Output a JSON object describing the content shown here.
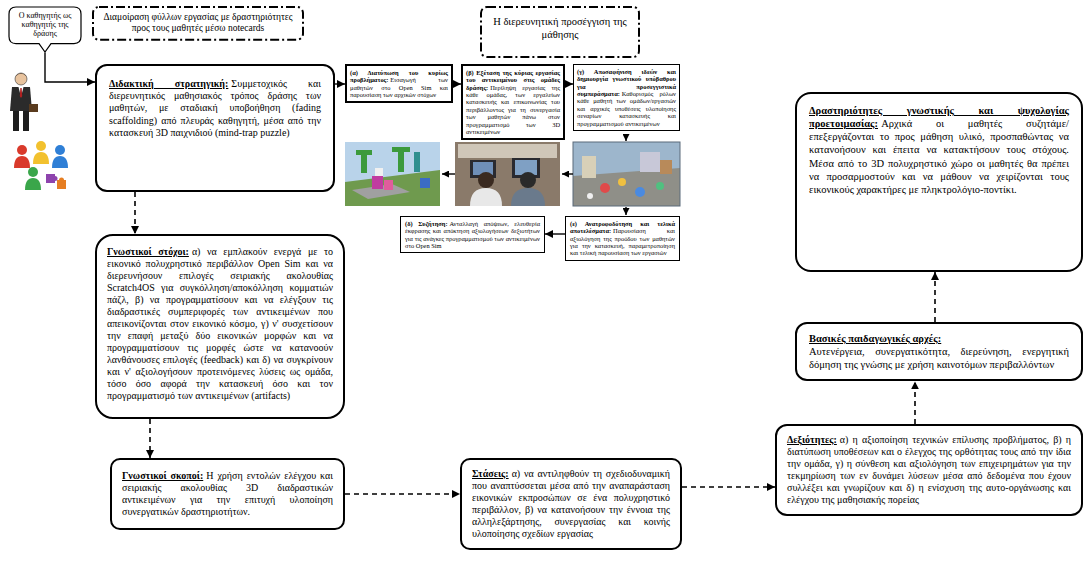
{
  "diagram": {
    "nodes": [
      {
        "text": [
          "Ο καθηγητής ως καθηγητής της δράσης"
        ]
      },
      {
        "text": [
          "Διαμοίραση φύλλων εργασίας με δραστηριότητες προς τους μαθητές μέσω notecards"
        ]
      },
      {
        "text": [
          "Η διερευνητική προσέγγιση της μάθησης"
        ]
      },
      {
        "text": [
          "Διδακτική στρατηγική:",
          "Συμμετοχικός και διερευνητικός μαθησιακός τρόπος δράσης των μαθητών, με σταδιακή υποβοήθηση (fading scaffolding) από πλευράς καθηγητή, μέσα από την κατασκευή 3D παιχνιδιού (mind-trap puzzle)"
        ]
      },
      {
        "text": [
          "(α) Διατύπωση του κυρίως προβλήματος:",
          "Εισαγωγή των μαθητών στο Open Sim και παρουσίαση των αρχικών στόχων"
        ]
      },
      {
        "text": [
          "(β) Εξέταση της κύριας εργασίας του αντικειμένου στις ομάδες δράσης:",
          "Περίληψη εργασίας της κάθε ομάδας, των εργαλείων κατασκευής και επικοινωνίας του περιβάλλοντος για τη συνεργασία των μαθητών πάνω στον προγραμματισμό των 3D αντικειμένων"
        ]
      },
      {
        "text": [
          "(γ) Αποσαφήνιση ιδεών και δημιουργία γνωστικού υπόβαθρου για προσεγγιστικά συμπεράσματα:",
          "Καθορισμός ρόλων κάθε μαθητή των ομάδων/εργασιών και αρχικές υποθέσεις υλοποίησης σεναρίων κατασκευής και προγραμματισμού αντικειμένων"
        ]
      },
      {
        "text": [
          "Δραστηριότητες γνωστικής και ψυχολογίας προετοιμασίας:",
          "Αρχικά οι μαθητές συζητάμε/επεξεργάζονται το προς μάθηση υλικό, προσπαθώντας να κατανοήσουν και έπειτα να κατακτήσουν τους στόχους. Μέσα από το 3D πολυχρηστικό χώρο οι μαθητές θα πρέπει να προσαρμοστούν και να μάθουν να χειρίζονται τους εικονικούς χαρακτήρες με πληκτρολόγιο-ποντίκι."
        ]
      },
      {
        "text": [
          "(δ) Συζήτηση:",
          "Ανταλλαγή απόψεων, ελευθερία έκφρασης και απόκτηση αξιολογήσεων δεξιοτήτων για τις ανάγκες προγραμματισμού των αντικειμένων στο Open Sim"
        ]
      },
      {
        "text": [
          "(ε) Ανατροφοδότηση και τελικά αποτελέσματα:",
          "Παρουσίαση και αξιολόγηση της προόδου των μαθητών για την κατασκευή, παραμετροποίηση και τελική παρουσίαση των εργασιών"
        ]
      },
      {
        "text": [
          "Γνωστικοί στόχοι:",
          "α) να εμπλακούν ενεργά με το εικονικό πολυχρηστικό περιβάλλον Open Sim και να διερευνήσουν επιλογές σειριακής ακολουθίας Scratch4OS για συγκόλληση/αποκόλληση κομματιών πάζλ, β) να προγραμματίσουν και να ελέγξουν τις διαδραστικές συμπεριφορές των αντικειμένων που απεικονίζονται στον εικονικό κόσμο, γ) ν' συσχετίσουν την επαφή μεταξύ δύο εικονικών μορφών και να προγραμματίσουν τις μορφές ώστε να κατανοούν λανθάνουσες επιλογές (feedback) και δ) να συγκρίνουν και ν' αξιολογήσουν προτεινόμενες λύσεις ως ομάδα, τόσο όσο αφορά την κατασκευή όσο και τον προγραμματισμό των αντικειμένων (artifacts)"
        ]
      },
      {
        "text": [
          "Βασικές παιδαγωγικές αρχές:",
          "Αυτενέργεια, συνεργατικότητα, διερεύνηση, ενεργητική δόμηση της γνώσης με χρήση καινοτόμων περιβαλλόντων"
        ]
      },
      {
        "text": [
          "Γνωστικοί σκοποί:",
          "Η χρήση εντολών ελέγχου και σειριακής ακολουθίας 3D διαδραστικών αντικειμένων για την επιτυχή υλοποίηση συνεργατικών δραστηριοτήτων."
        ]
      },
      {
        "text": [
          "Στάσεις:",
          "α) να αντιληφθούν τη σχεδιοδυναμική που αναπτύσσεται μέσα από την αναπαράσταση εικονικών εκπροσώπων σε ένα πολυχρηστικό περιβάλλον, β) να κατανοήσουν την έννοια της αλληλεξάρτησης, συνεργασίας και κοινής υλοποίησης σχεδίων εργασίας"
        ]
      },
      {
        "text": [
          "Δεξιότητες:",
          "α) η αξιοποίηση τεχνικών επίλυσης προβλήματος, β) η διατύπωση υποθέσεων και ο έλεγχος της ορθότητας τους από την ίδια την ομάδα, γ) η σύνθεση και αξιολόγηση των επιχειρημάτων για την τεκμηρίωση των εν δυνάμει λύσεων μέσα από δεδομένα που έχουν συλλέξει και γνωρίζουν και δ) η ενίσχυση της αυτο-οργάνωσης και ελέγχου της μαθησιακής πορείας"
        ]
      }
    ],
    "edges": [
      {
        "from": 0,
        "to": 3,
        "arrow": "to"
      },
      {
        "from": 3,
        "to": 4,
        "arrow": "to"
      },
      {
        "from": 4,
        "to": 5,
        "arrow": "to"
      },
      {
        "from": 5,
        "to": 6,
        "arrow": "to"
      },
      {
        "from": 9,
        "to": 8,
        "arrow": "to"
      },
      {
        "from": 3,
        "to": 10,
        "arrow": "to"
      },
      {
        "from": 10,
        "to": 12,
        "arrow": "to"
      },
      {
        "from": 12,
        "to": 13,
        "arrow": "to"
      },
      {
        "from": 13,
        "to": 14,
        "arrow": "to"
      },
      {
        "from": 14,
        "to": 11,
        "arrow": "to"
      },
      {
        "from": 11,
        "to": 7,
        "arrow": "to"
      }
    ]
  }
}
